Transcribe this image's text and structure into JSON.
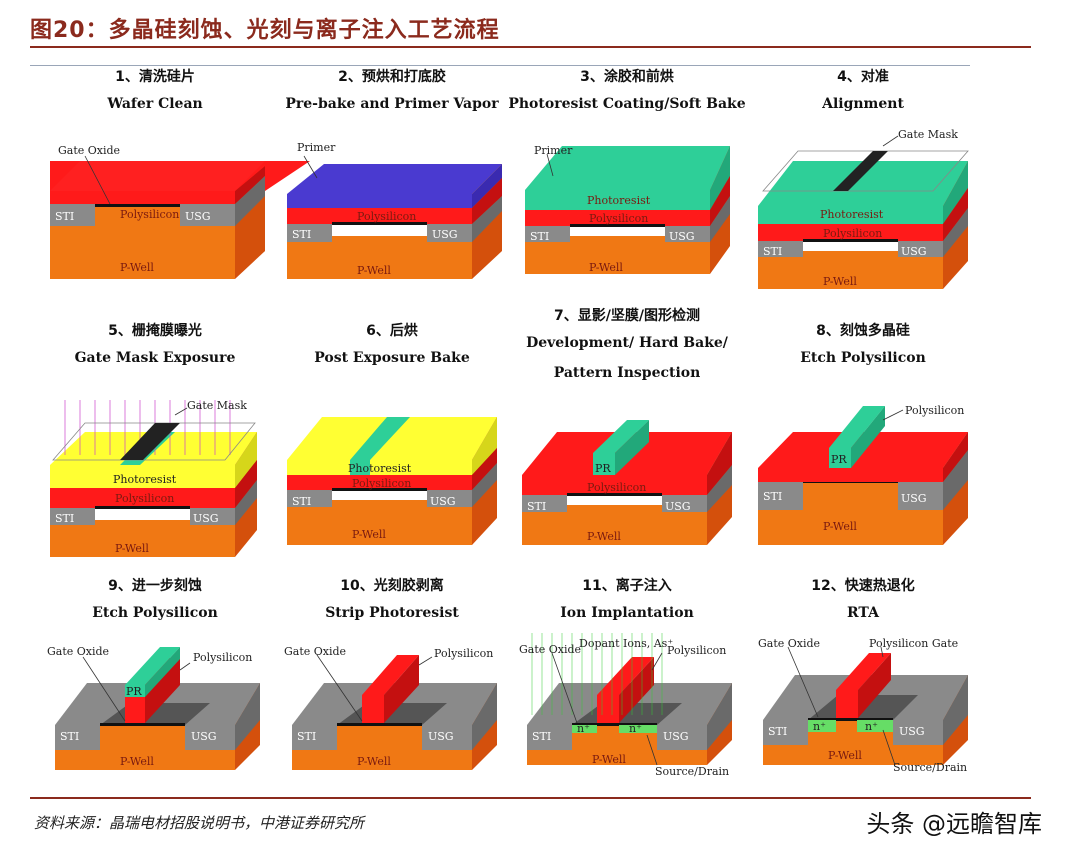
{
  "header": {
    "title": "图20：多晶硅刻蚀、光刻与离子注入工艺流程"
  },
  "footer": {
    "source": "资料来源：晶瑞电材招股说明书，中港证券研究所",
    "watermark": "头条 @远瞻智库"
  },
  "colors": {
    "polysilicon": "#ff1a1a",
    "pwell": "#f07814",
    "sti": "#8a8a8a",
    "photoresist": "#2ecf98",
    "primer": "#4a3ad0",
    "exposed": "#ffff33",
    "mask": "#222222",
    "sd": "#66dd66"
  },
  "steps": [
    {
      "cn": "1、清洗硅片",
      "en": "Wafer Clean",
      "labels": {
        "gate_oxide": "Gate Oxide",
        "poly": "Polysilicon",
        "sti": "STI",
        "usg": "USG",
        "pwell": "P-Well"
      }
    },
    {
      "cn": "2、预烘和打底胶",
      "en": "Pre-bake and Primer Vapor",
      "labels": {
        "primer": "Primer",
        "poly": "Polysilicon",
        "sti": "STI",
        "usg": "USG",
        "pwell": "P-Well"
      }
    },
    {
      "cn": "3、涂胶和前烘",
      "en": "Photoresist Coating/Soft Bake",
      "labels": {
        "primer": "Primer",
        "pr": "Photoresist",
        "poly": "Polysilicon",
        "sti": "STI",
        "usg": "USG",
        "pwell": "P-Well"
      }
    },
    {
      "cn": "4、对准",
      "en": "Alignment",
      "labels": {
        "mask": "Gate Mask",
        "pr": "Photoresist",
        "poly": "Polysilicon",
        "sti": "STI",
        "usg": "USG",
        "pwell": "P-Well"
      }
    },
    {
      "cn": "5、栅掩膜曝光",
      "en": "Gate Mask Exposure",
      "labels": {
        "mask": "Gate Mask",
        "pr": "Photoresist",
        "poly": "Polysilicon",
        "sti": "STI",
        "usg": "USG",
        "pwell": "P-Well"
      }
    },
    {
      "cn": "6、后烘",
      "en": "Post Exposure Bake",
      "labels": {
        "pr": "Photoresist",
        "poly": "Polysilicon",
        "sti": "STI",
        "usg": "USG",
        "pwell": "P-Well"
      }
    },
    {
      "cn": "7、显影/坚膜/图形检测",
      "en": "Development/ Hard Bake/",
      "en2": "Pattern Inspection",
      "labels": {
        "pr": "PR",
        "poly": "Polysilicon",
        "sti": "STI",
        "usg": "USG",
        "pwell": "P-Well"
      }
    },
    {
      "cn": "8、刻蚀多晶硅",
      "en": "Etch Polysilicon",
      "labels": {
        "poly": "Polysilicon",
        "pr": "PR",
        "sti": "STI",
        "usg": "USG",
        "pwell": "P-Well"
      }
    },
    {
      "cn": "9、进一步刻蚀",
      "en": "Etch Polysilicon",
      "labels": {
        "gate_oxide": "Gate Oxide",
        "poly": "Polysilicon",
        "pr": "PR",
        "sti": "STI",
        "usg": "USG",
        "pwell": "P-Well"
      }
    },
    {
      "cn": "10、光刻胶剥离",
      "en": "Strip Photoresist",
      "labels": {
        "gate_oxide": "Gate Oxide",
        "poly": "Polysilicon",
        "sti": "STI",
        "usg": "USG",
        "pwell": "P-Well"
      }
    },
    {
      "cn": "11、离子注入",
      "en": "Ion Implantation",
      "labels": {
        "gate_oxide": "Gate Oxide",
        "ions": "Dopant Ions, As⁺",
        "poly": "Polysilicon",
        "sti": "STI",
        "usg": "USG",
        "pwell": "P-Well",
        "sd": "Source/Drain",
        "n": "n⁺"
      }
    },
    {
      "cn": "12、快速热退化",
      "en": "RTA",
      "labels": {
        "gate_oxide": "Gate Oxide",
        "gate": "Polysilicon Gate",
        "sti": "STI",
        "usg": "USG",
        "pwell": "P-Well",
        "sd": "Source/Drain",
        "n": "n⁺"
      }
    }
  ]
}
